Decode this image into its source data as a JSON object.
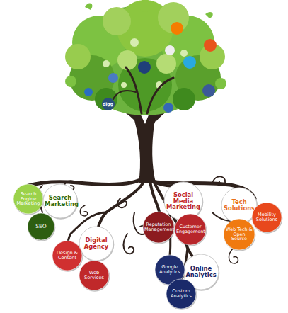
{
  "diagram": {
    "nodes": [
      {
        "text": [
          "Search Engine Marketing"
        ]
      },
      {
        "text": [
          "Search Marketing"
        ]
      },
      {
        "text": [
          "SEO"
        ]
      },
      {
        "text": [
          "Social Media Marketing"
        ]
      },
      {
        "text": [
          "Reputation Management"
        ]
      },
      {
        "text": [
          "Customer Engagement"
        ]
      },
      {
        "text": [
          "Tech Solutions"
        ]
      },
      {
        "text": [
          "Mobility Solutions"
        ]
      },
      {
        "text": [
          "Web Tech & Open Source"
        ]
      },
      {
        "text": [
          "Digital Agency"
        ]
      },
      {
        "text": [
          "Design & Content"
        ]
      },
      {
        "text": [
          "Web Services"
        ]
      },
      {
        "text": [
          "Online Analytics"
        ]
      },
      {
        "text": [
          "Google Analytics"
        ]
      },
      {
        "text": [
          "Custom Analytics"
        ]
      }
    ],
    "labels": [
      "digg"
    ]
  }
}
